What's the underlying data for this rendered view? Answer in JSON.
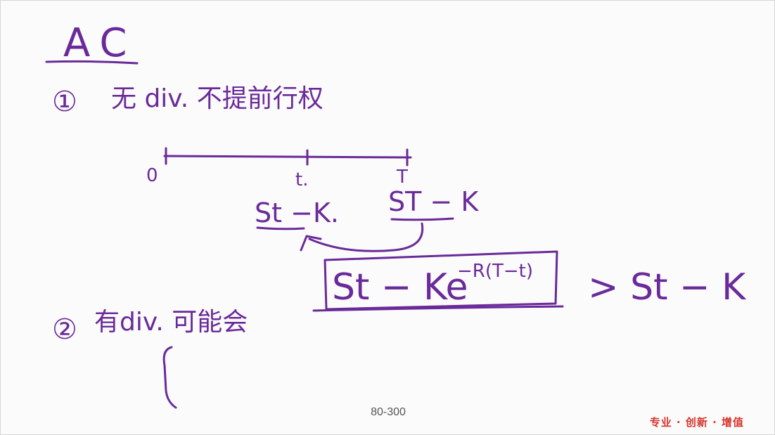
{
  "notes": {
    "title": "AC",
    "item1": {
      "marker": "①",
      "text": "无 div. 不提前行权"
    },
    "timeline": {
      "tick_start": "0",
      "tick_mid": "t.",
      "tick_end": "T"
    },
    "payoff_left": "St −K.",
    "payoff_right": "ST − K",
    "boxed_formula": {
      "base": "St − Ke",
      "exponent": "−R(T−t)"
    },
    "comparison": "> St − K",
    "item2": {
      "marker": "②",
      "text": "有div. 可能会"
    }
  },
  "footer": {
    "page_number": "80-300",
    "brand": "专业 · 创新 · 增值"
  },
  "colors": {
    "ink": "#6a2a9a",
    "brand": "#d6332b",
    "background": "#fbfbfb"
  }
}
